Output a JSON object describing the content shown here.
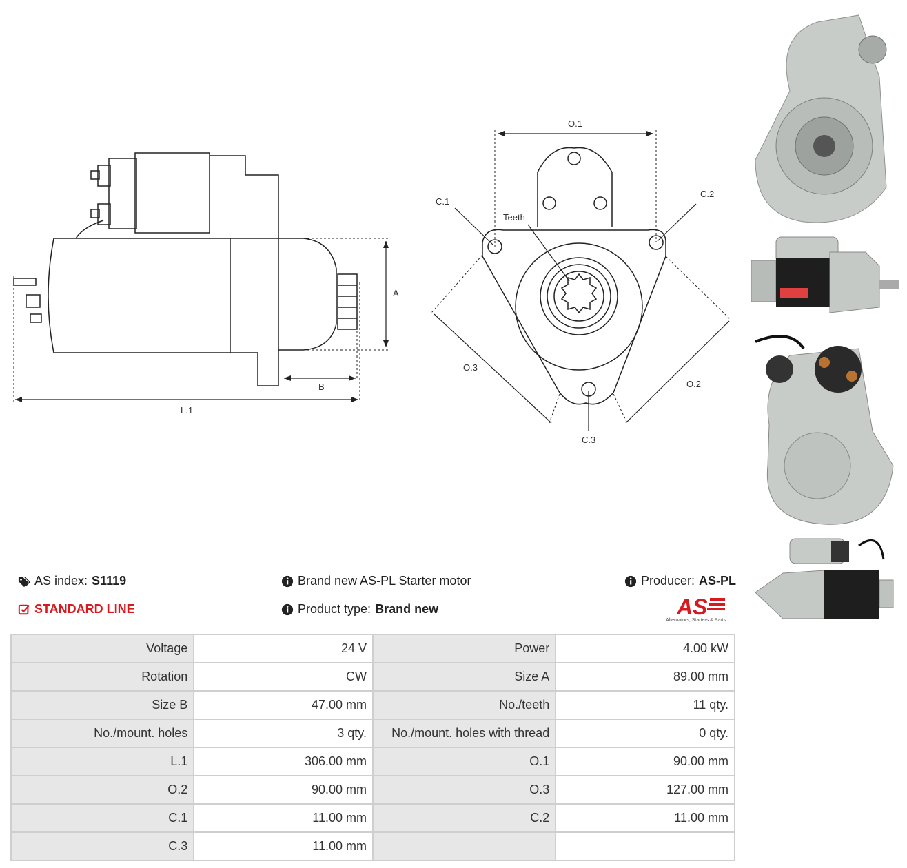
{
  "drawing": {
    "labels": {
      "a": "A",
      "b": "B",
      "l1": "L.1",
      "o1": "O.1",
      "o2": "O.2",
      "o3": "O.3",
      "c1": "C.1",
      "c2": "C.2",
      "c3": "C.3",
      "teeth": "Teeth"
    }
  },
  "info": {
    "as_index_label": "AS index:",
    "as_index_value": "S1119",
    "line": "STANDARD LINE",
    "description": "Brand new AS-PL Starter motor",
    "product_type_label": "Product type:",
    "product_type_value": "Brand new",
    "producer_label": "Producer:",
    "producer_value": "AS-PL",
    "logo_text": "AS",
    "logo_sub": "Alternators, Starters & Parts"
  },
  "specs": [
    {
      "l1": "Voltage",
      "v1": "24 V",
      "l2": "Power",
      "v2": "4.00 kW"
    },
    {
      "l1": "Rotation",
      "v1": "CW",
      "l2": "Size A",
      "v2": "89.00 mm"
    },
    {
      "l1": "Size B",
      "v1": "47.00 mm",
      "l2": "No./teeth",
      "v2": "11 qty."
    },
    {
      "l1": "No./mount. holes",
      "v1": "3 qty.",
      "l2": "No./mount. holes with thread",
      "v2": "0 qty."
    },
    {
      "l1": "L.1",
      "v1": "306.00 mm",
      "l2": "O.1",
      "v2": "90.00 mm"
    },
    {
      "l1": "O.2",
      "v1": "90.00 mm",
      "l2": "O.3",
      "v2": "127.00 mm"
    },
    {
      "l1": "C.1",
      "v1": "11.00 mm",
      "l2": "C.2",
      "v2": "11.00 mm"
    },
    {
      "l1": "C.3",
      "v1": "11.00 mm",
      "l2": "",
      "v2": ""
    }
  ],
  "colors": {
    "accent": "#d71920",
    "table_label_bg": "#e7e7e7",
    "table_border": "#cfcfcf"
  }
}
